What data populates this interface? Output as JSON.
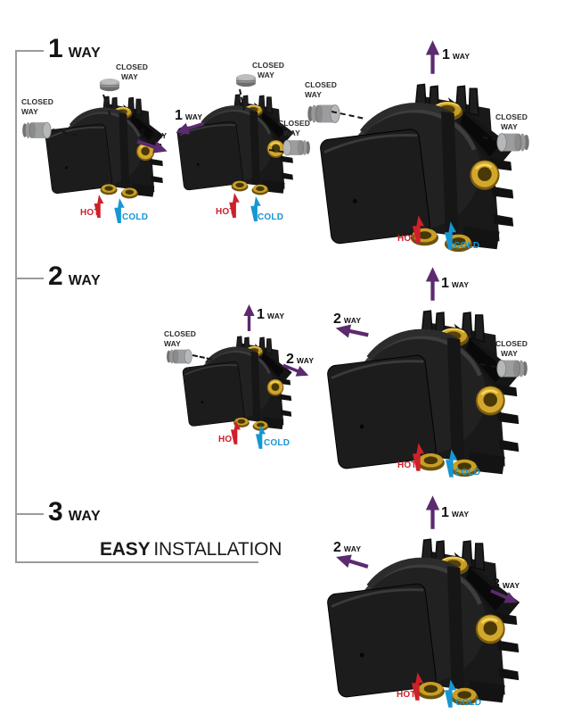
{
  "headings": {
    "one": {
      "number": "1",
      "word": "WAY"
    },
    "two": {
      "number": "2",
      "word": "WAY"
    },
    "three": {
      "number": "3",
      "word": "WAY"
    }
  },
  "tagline": {
    "bold": "EASY",
    "regular": "INSTALLATION"
  },
  "labels": {
    "closed1": "CLOSED",
    "closed2": "WAY",
    "hot": "HOT",
    "cold": "COLD"
  },
  "way": {
    "n1": "1",
    "n2": "2",
    "n3": "3",
    "word": "WAY"
  },
  "colors": {
    "purple": "#5B2A6F",
    "hot": "#CE202A",
    "cold": "#1697D4",
    "text": "#151515",
    "line": "#9B9B9B",
    "brass": "#C89E25",
    "body": "#1C1C1C",
    "plug": "#9A9A9A"
  }
}
